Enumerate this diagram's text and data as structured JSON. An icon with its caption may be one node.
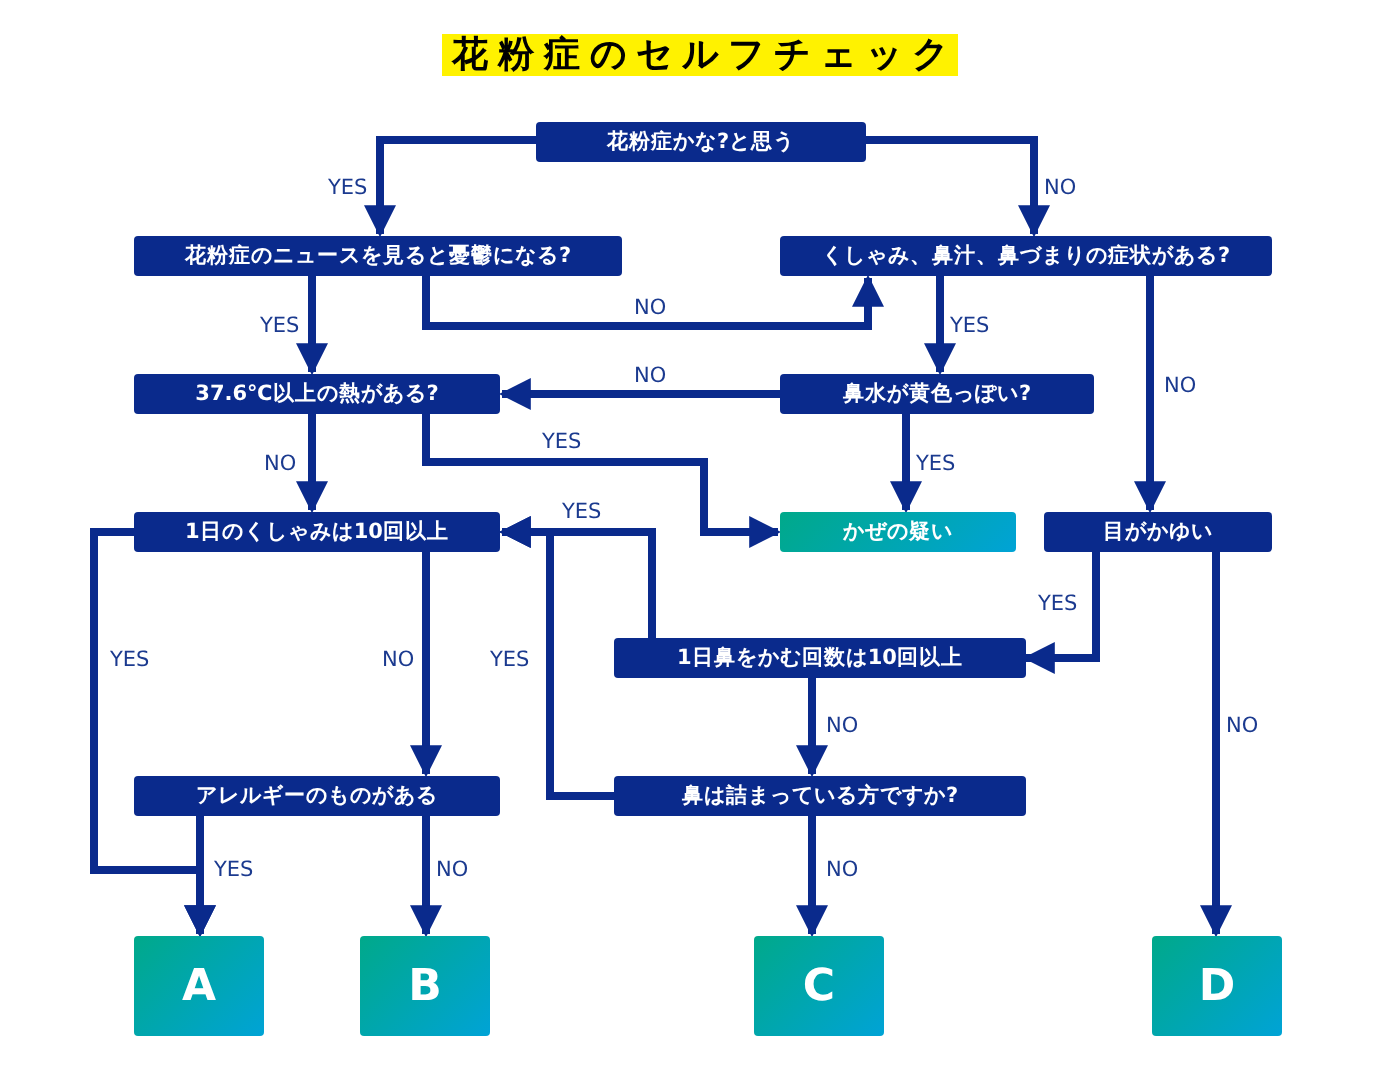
{
  "diagram": {
    "title": "花粉症のセルフチェック",
    "nodes": [
      {
        "text": [
          "花粉症かな?と思う"
        ]
      },
      {
        "text": [
          "花粉症のニュースを見ると憂鬱になる?"
        ]
      },
      {
        "text": [
          "くしゃみ、鼻汁、鼻づまりの症状がある?"
        ]
      },
      {
        "text": [
          "37.6℃以上の熱がある?"
        ]
      },
      {
        "text": [
          "鼻水が黄色っぽい?"
        ]
      },
      {
        "text": [
          "かぜの疑い"
        ]
      },
      {
        "text": [
          "目がかゆい"
        ]
      },
      {
        "text": [
          "1日のくしゃみは10回以上"
        ]
      },
      {
        "text": [
          "1日鼻をかむ回数は10回以上"
        ]
      },
      {
        "text": [
          "アレルギーのものがある"
        ]
      },
      {
        "text": [
          "鼻は詰まっている方ですか?"
        ]
      },
      {
        "text": [
          "A"
        ]
      },
      {
        "text": [
          "B"
        ]
      },
      {
        "text": [
          "C"
        ]
      },
      {
        "text": [
          "D"
        ]
      }
    ],
    "edges": [
      {
        "from": 0,
        "to": 1,
        "arrow": "to",
        "label": "YES"
      },
      {
        "from": 0,
        "to": 2,
        "arrow": "to",
        "label": "NO"
      },
      {
        "from": 1,
        "to": 2,
        "arrow": "to",
        "label": "NO"
      },
      {
        "from": 1,
        "to": 3,
        "arrow": "to",
        "label": "YES"
      },
      {
        "from": 2,
        "to": 4,
        "arrow": "to",
        "label": "YES"
      },
      {
        "from": 2,
        "to": 6,
        "arrow": "to",
        "label": "NO"
      },
      {
        "from": 4,
        "to": 3,
        "arrow": "to",
        "label": "NO"
      },
      {
        "from": 4,
        "to": 5,
        "arrow": "to",
        "label": "YES"
      },
      {
        "from": 3,
        "to": 5,
        "arrow": "to",
        "label": "YES"
      },
      {
        "from": 3,
        "to": 7,
        "arrow": "to",
        "label": "NO"
      },
      {
        "from": 6,
        "to": 8,
        "arrow": "to",
        "label": "YES"
      },
      {
        "from": 6,
        "to": 14,
        "arrow": "to",
        "label": "NO"
      },
      {
        "from": 8,
        "to": 7,
        "arrow": "to",
        "label": "YES"
      },
      {
        "from": 10,
        "to": 7,
        "arrow": "to",
        "label": "YES"
      },
      {
        "from": 7,
        "to": 9,
        "arrow": "to",
        "label": "NO"
      },
      {
        "from": 7,
        "to": 11,
        "arrow": "to",
        "label": "YES"
      },
      {
        "from": 9,
        "to": 11,
        "arrow": "to",
        "label": "YES"
      },
      {
        "from": 9,
        "to": 12,
        "arrow": "to",
        "label": "NO"
      },
      {
        "from": 8,
        "to": 10,
        "arrow": "to",
        "label": "NO"
      },
      {
        "from": 10,
        "to": 13,
        "arrow": "to",
        "label": "NO"
      }
    ]
  }
}
